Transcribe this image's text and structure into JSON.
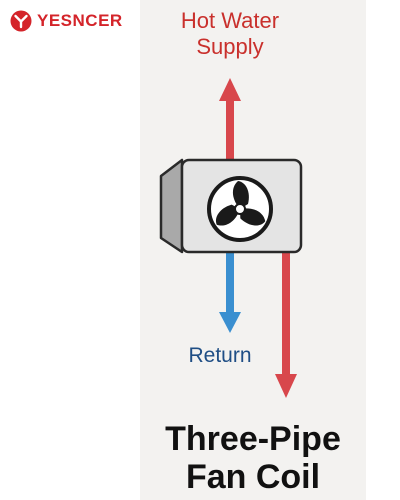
{
  "brand": {
    "name": "YESNCER",
    "color": "#d4242a"
  },
  "diagram": {
    "supply_label_line1": "Hot Water",
    "supply_label_line2": "Supply",
    "return_label": "Return",
    "title_line1": "Three-Pipe",
    "title_line2": "Fan Coil",
    "colors": {
      "supply": "#d8474c",
      "return": "#3a8fd0",
      "return_text": "#1f4e85",
      "unit_body": "#e4e4e4",
      "unit_side": "#a9a9a9",
      "outline": "#2a2a2a"
    },
    "icons": [
      "fan-icon",
      "arrow-up-icon",
      "arrow-down-icon"
    ]
  }
}
